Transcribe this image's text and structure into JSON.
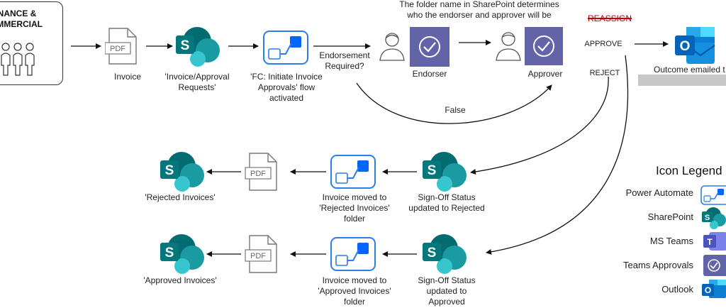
{
  "actor": {
    "title_line1": "FINANCE &",
    "title_line2": "OMMERCIAL"
  },
  "top_note": {
    "line1": "The folder name in SharePoint determines",
    "line2": "who the endorser and approver will be"
  },
  "flow": {
    "invoice": "Invoice",
    "requests_line1": "'Invoice/Approval",
    "requests_line2": "Requests'",
    "fc_line1": "'FC: Initiate Invoice",
    "fc_line2": "Approvals' flow",
    "fc_line3": "activated",
    "endorsement_line1": "Endorsement",
    "endorsement_line2": "Required?",
    "endorser": "Endorser",
    "approver": "Approver",
    "reassign": "REASSIGN",
    "approve": "APPROVE",
    "reject": "REJECT",
    "false_label": "False",
    "outcome": "Outcome emailed t"
  },
  "reject_row": {
    "status_line1": "Sign-Off Status",
    "status_line2": "updated to Rejected",
    "moved_line1": "Invoice moved to",
    "moved_line2": "'Rejected Invoices'",
    "moved_line3": "folder",
    "library": "'Rejected Invoices'"
  },
  "approve_row": {
    "status_line1": "Sign-Off Status",
    "status_line2": "updated to",
    "status_line3": "Approved",
    "moved_line1": "Invoice moved to",
    "moved_line2": "'Approved Invoices'",
    "moved_line3": "folder",
    "library": "'Approved Invoices'"
  },
  "legend": {
    "title": "Icon Legend",
    "items": [
      "Power Automate",
      "SharePoint",
      "MS Teams",
      "Teams Approvals",
      "Outlook"
    ]
  },
  "pdf_text": "PDF",
  "sharepoint_letter": "S",
  "outlook_letter": "O",
  "teams_letter": "T",
  "colors": {
    "sharepoint_dark": "#036c70",
    "sharepoint_mid": "#1a9ba1",
    "sharepoint_light": "#37c6d0",
    "power_automate": "#0066ff",
    "approvals": "#6264a7",
    "outlook": "#0364b8",
    "reassign_red": "#c00000"
  },
  "icons": [
    "pdf-icon",
    "sharepoint-icon",
    "power-automate-icon",
    "teams-approvals-icon",
    "outlook-icon",
    "teams-icon",
    "person-icon"
  ]
}
